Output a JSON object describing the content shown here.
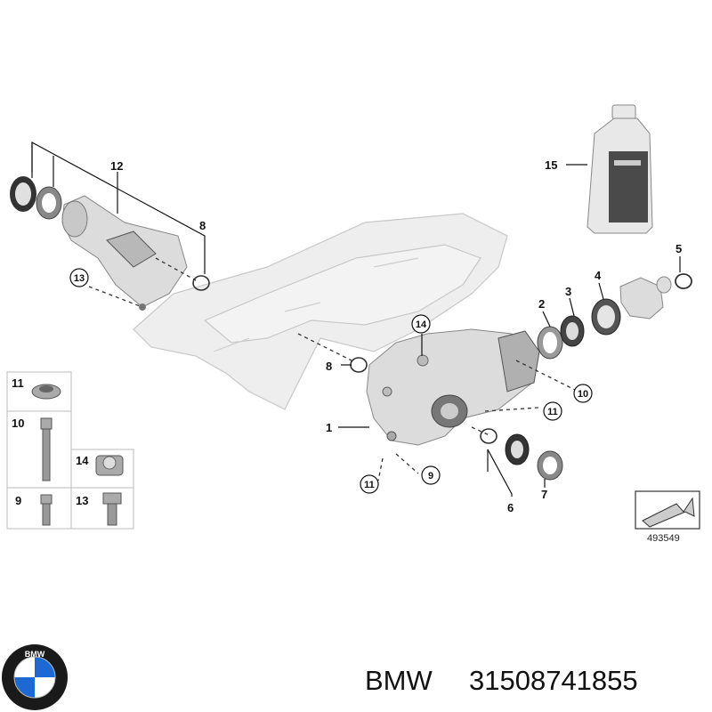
{
  "callouts": {
    "c1": "1",
    "c2": "2",
    "c3": "3",
    "c4": "4",
    "c5": "5",
    "c6": "6",
    "c7": "7",
    "c8a": "8",
    "c8b": "8",
    "c9": "9",
    "c10": "10",
    "c11a": "11",
    "c11b": "11",
    "c12": "12",
    "c13": "13",
    "c14": "14",
    "c15": "15"
  },
  "legend": {
    "l11": "11",
    "l10": "10",
    "l14": "14",
    "l9": "9",
    "l13": "13"
  },
  "reference_code": "493549",
  "footer": {
    "brand": "BMW",
    "part_number": "31508741855",
    "logo_letters": "BMW"
  },
  "colors": {
    "logo_blue": "#1c69d4",
    "logo_ring": "#1a1a1a"
  }
}
